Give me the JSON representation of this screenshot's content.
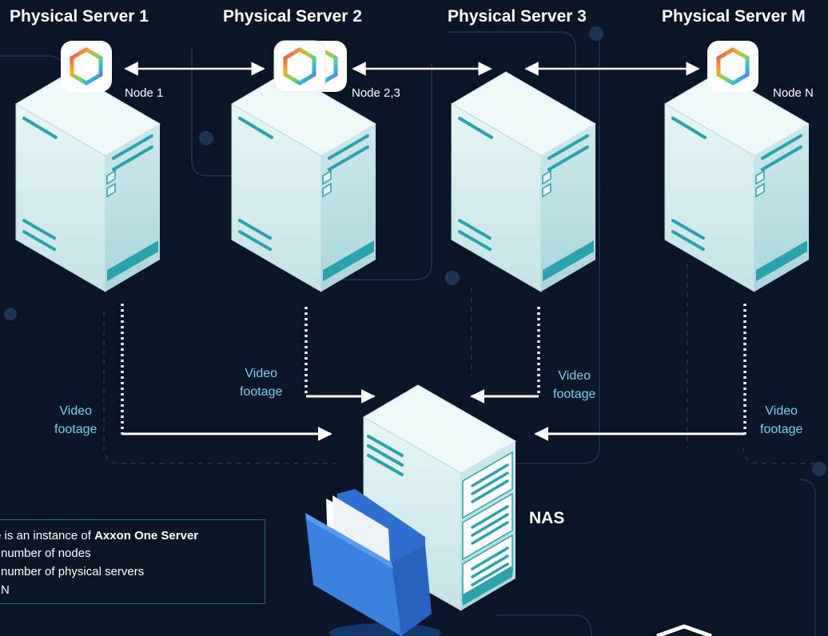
{
  "servers": [
    {
      "title": "Physical Server 1",
      "node_label": "Node 1"
    },
    {
      "title": "Physical Server 2",
      "node_label": "Node 2,3"
    },
    {
      "title": "Physical Server 3",
      "node_label": ""
    },
    {
      "title": "Physical Server M",
      "node_label": "Node N"
    }
  ],
  "video_footage": {
    "line1": "Video",
    "line2": "footage"
  },
  "nas": {
    "label": "NAS"
  },
  "legend": {
    "line1_bold_start": "e",
    "line1_text": " is an instance of ",
    "line1_bold_end": "Axxon One Server",
    "line2": "number of nodes",
    "line3": "number of physical servers",
    "line4": "N"
  },
  "colors": {
    "background": "#0a1628",
    "video_label": "#6fd4ea",
    "server_body": "#d6eef0",
    "server_accent": "#2aa3ad",
    "folder": "#2d6fd0"
  },
  "icons": [
    "axxon-hexagon-icon",
    "folder-icon",
    "server-icon",
    "nas-icon"
  ]
}
